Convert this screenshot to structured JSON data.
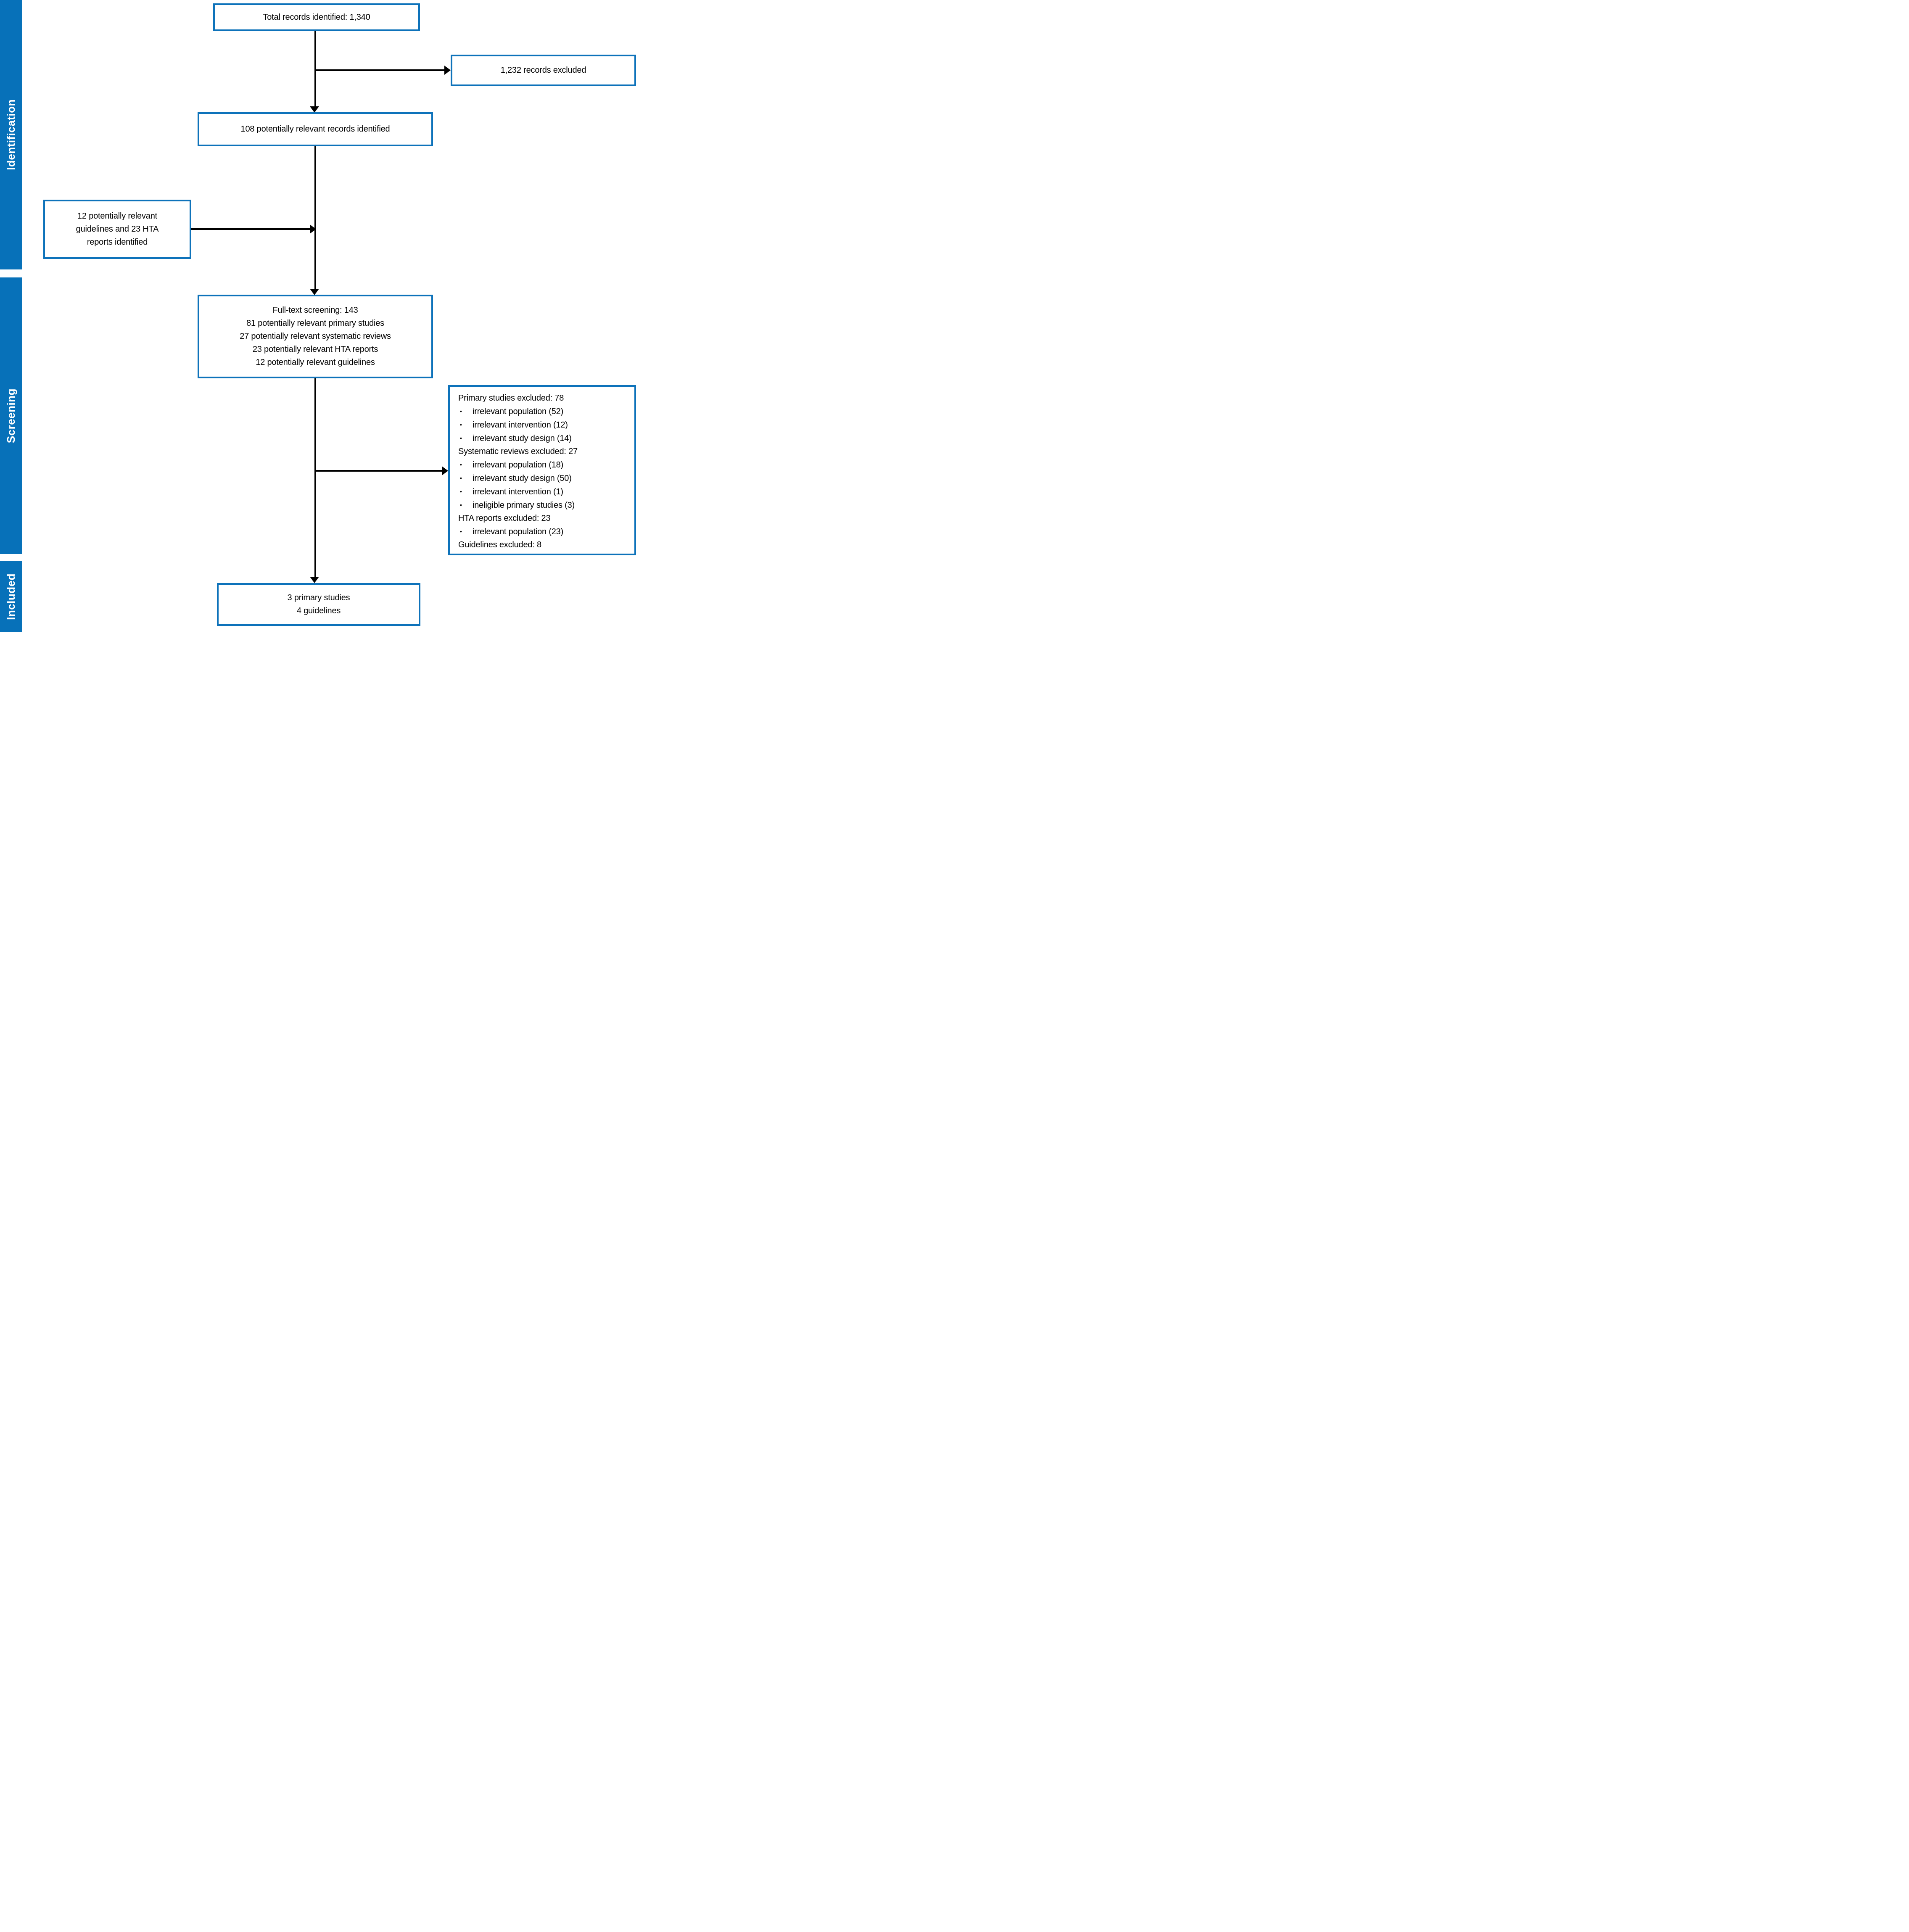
{
  "colors": {
    "accent_blue": "#0771b9",
    "box_border_blue": "#0d72ba",
    "arrow_black": "#000000"
  },
  "icons": {
    "bullet": "•",
    "arrowhead_down": "▼",
    "arrowhead_right": "►"
  },
  "sidebar": {
    "stages": [
      {
        "label": "Identification"
      },
      {
        "label": "Screening"
      },
      {
        "label": "Included"
      }
    ]
  },
  "boxes": {
    "total": "Total records identified: 1,340",
    "excluded_records": "1,232 records excluded",
    "relevant_records": "108 potentially relevant records identified",
    "guidelines_hta": {
      "lines": [
        "12 potentially relevant",
        "guidelines and 23 HTA",
        "reports identified"
      ]
    },
    "fulltext": {
      "lines": [
        "Full-text screening: 143",
        "81 potentially relevant primary studies",
        "27 potentially relevant systematic reviews",
        "23 potentially relevant HTA reports",
        "12 potentially relevant guidelines"
      ]
    },
    "exclusions": {
      "lines": [
        {
          "text": "Primary studies excluded: 78",
          "bullet": false
        },
        {
          "text": "irrelevant population (52)",
          "bullet": true
        },
        {
          "text": "irrelevant intervention (12)",
          "bullet": true
        },
        {
          "text": "irrelevant study design (14)",
          "bullet": true
        },
        {
          "text": "Systematic reviews excluded: 27",
          "bullet": false
        },
        {
          "text": "irrelevant population (18)",
          "bullet": true
        },
        {
          "text": "irrelevant study design (50)",
          "bullet": true
        },
        {
          "text": "irrelevant intervention (1)",
          "bullet": true
        },
        {
          "text": "ineligible primary studies (3)",
          "bullet": true
        },
        {
          "text": "HTA reports excluded: 23",
          "bullet": false
        },
        {
          "text": "irrelevant population (23)",
          "bullet": true
        },
        {
          "text": "Guidelines excluded: 8",
          "bullet": false
        }
      ]
    },
    "included": {
      "lines": [
        "3 primary studies",
        "4 guidelines"
      ]
    }
  }
}
